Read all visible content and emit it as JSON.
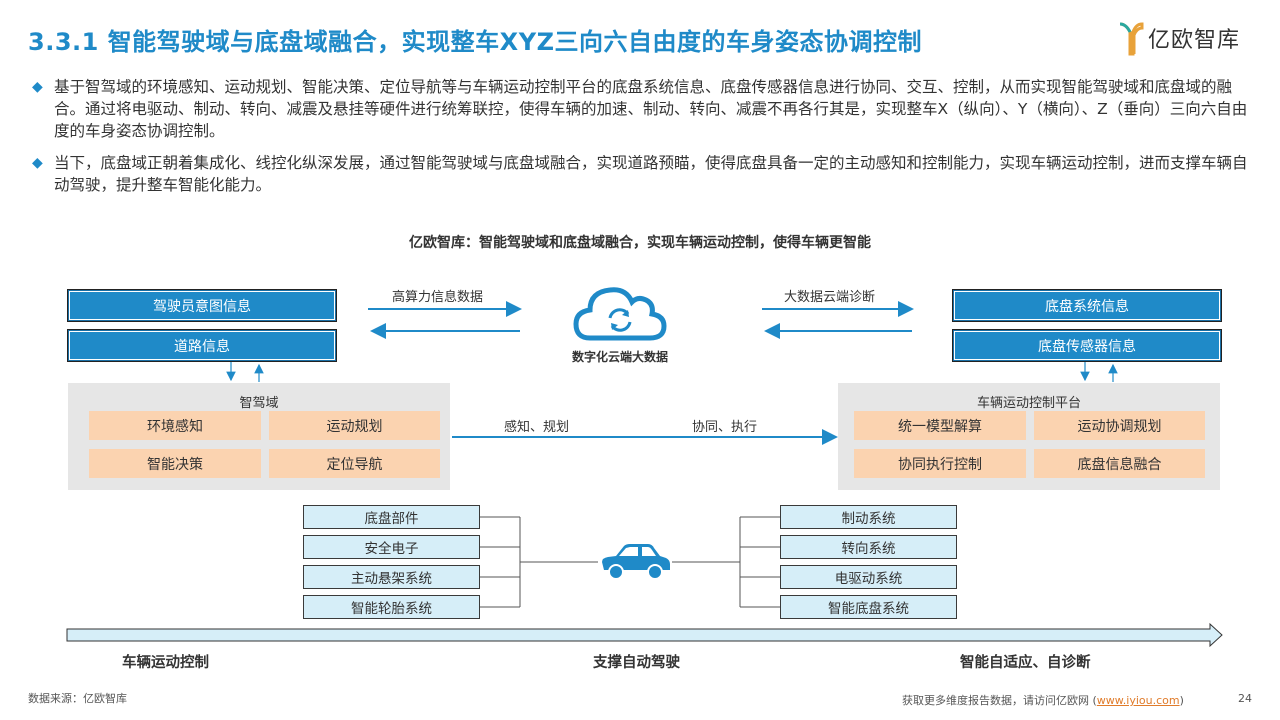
{
  "header": {
    "title": "3.3.1 智能驾驶域与底盘域融合，实现整车XYZ三向六自由度的车身姿态协调控制",
    "logo_text": "亿欧智库"
  },
  "bullets": [
    "基于智驾域的环境感知、运动规划、智能决策、定位导航等与车辆运动控制平台的底盘系统信息、底盘传感器信息进行协同、交互、控制，从而实现智能驾驶域和底盘域的融合。通过将电驱动、制动、转向、减震及悬挂等硬件进行统筹联控，使得车辆的加速、制动、转向、减震不再各行其是，实现整车X（纵向）、Y（横向）、Z（垂向）三向六自由度的车身姿态协调控制。",
    "当下，底盘域正朝着集成化、线控化纵深发展，通过智能驾驶域与底盘域融合，实现道路预瞄，使得底盘具备一定的主动感知和控制能力，实现车辆运动控制，进而支撑车辆自动驾驶，提升整车智能化能力。"
  ],
  "diagram": {
    "title": "亿欧智库：智能驾驶域和底盘域融合，实现车辆运动控制，使得车辆更智能",
    "left_top_boxes": [
      "驾驶员意图信息",
      "道路信息"
    ],
    "right_top_boxes": [
      "底盘系统信息",
      "底盘传感器信息"
    ],
    "arrow_label_left": "高算力信息数据",
    "arrow_label_right": "大数据云端诊断",
    "cloud_label": "数字化云端大数据",
    "left_domain": {
      "title": "智驾域",
      "items": [
        "环境感知",
        "运动规划",
        "智能决策",
        "定位导航"
      ]
    },
    "right_domain": {
      "title": "车辆运动控制平台",
      "items": [
        "统一模型解算",
        "运动协调规划",
        "协同执行控制",
        "底盘信息融合"
      ]
    },
    "middle_labels": [
      "感知、规划",
      "协同、执行"
    ],
    "left_systems": [
      "底盘部件",
      "安全电子",
      "主动悬架系统",
      "智能轮胎系统"
    ],
    "right_systems": [
      "制动系统",
      "转向系统",
      "电驱动系统",
      "智能底盘系统"
    ],
    "bottom_labels": [
      "车辆运动控制",
      "支撑自动驾驶",
      "智能自适应、自诊断"
    ],
    "colors": {
      "blue": "#1f8ac8",
      "orange": "#fbd3b0",
      "light_blue": "#d6eef8",
      "gray": "#e6e6e6"
    }
  },
  "footer": {
    "source": "数据来源：亿欧智库",
    "more_prefix": "获取更多维度报告数据，请访问亿欧网 (",
    "link": "www.iyiou.com",
    "more_suffix": ")",
    "page": "24"
  }
}
